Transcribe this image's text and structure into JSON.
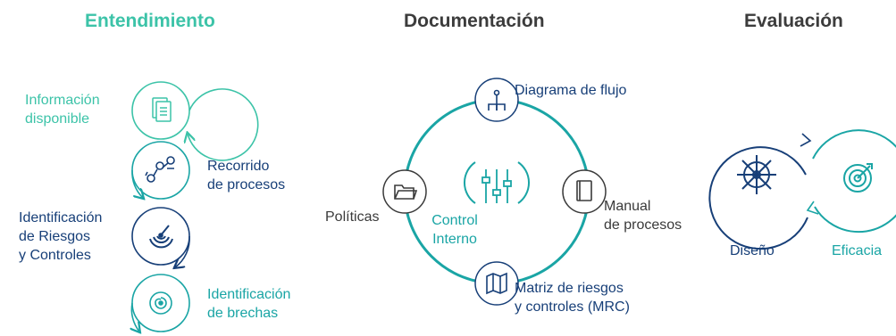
{
  "colors": {
    "teal": "#1aa5a5",
    "mint": "#3cc3a8",
    "navy": "#173f78",
    "text_gray": "#3a3a3a",
    "heading_gray": "#3c3c3c"
  },
  "sections": {
    "entendimiento": {
      "title": "Entendimiento",
      "steps": [
        {
          "line1": "Información",
          "line2": "disponible",
          "icon": "documents-icon"
        },
        {
          "line1": "Recorrido",
          "line2": "de procesos",
          "icon": "process-path-icon"
        },
        {
          "line1": "Identificación",
          "line2": "de Riesgos",
          "line3": "y Controles",
          "icon": "radar-icon"
        },
        {
          "line1": "Identificación",
          "line2": "de brechas",
          "icon": "spiral-target-icon"
        }
      ]
    },
    "documentacion": {
      "title": "Documentación",
      "center": {
        "line1": "Control",
        "line2": "Interno",
        "icon": "sliders-icon"
      },
      "nodes": [
        {
          "label": "Diagrama de flujo",
          "icon": "flowchart-icon"
        },
        {
          "line1": "Manual",
          "line2": "de procesos",
          "icon": "book-icon"
        },
        {
          "line1": "Matriz de riesgos",
          "line2": "y controles (MRC)",
          "icon": "map-icon"
        },
        {
          "label": "Políticas",
          "icon": "folder-icon"
        }
      ]
    },
    "evaluacion": {
      "title": "Evaluación",
      "items": [
        {
          "label": "Diseño",
          "icon": "ship-wheel-icon"
        },
        {
          "label": "Eficacia",
          "icon": "target-icon"
        }
      ]
    }
  }
}
